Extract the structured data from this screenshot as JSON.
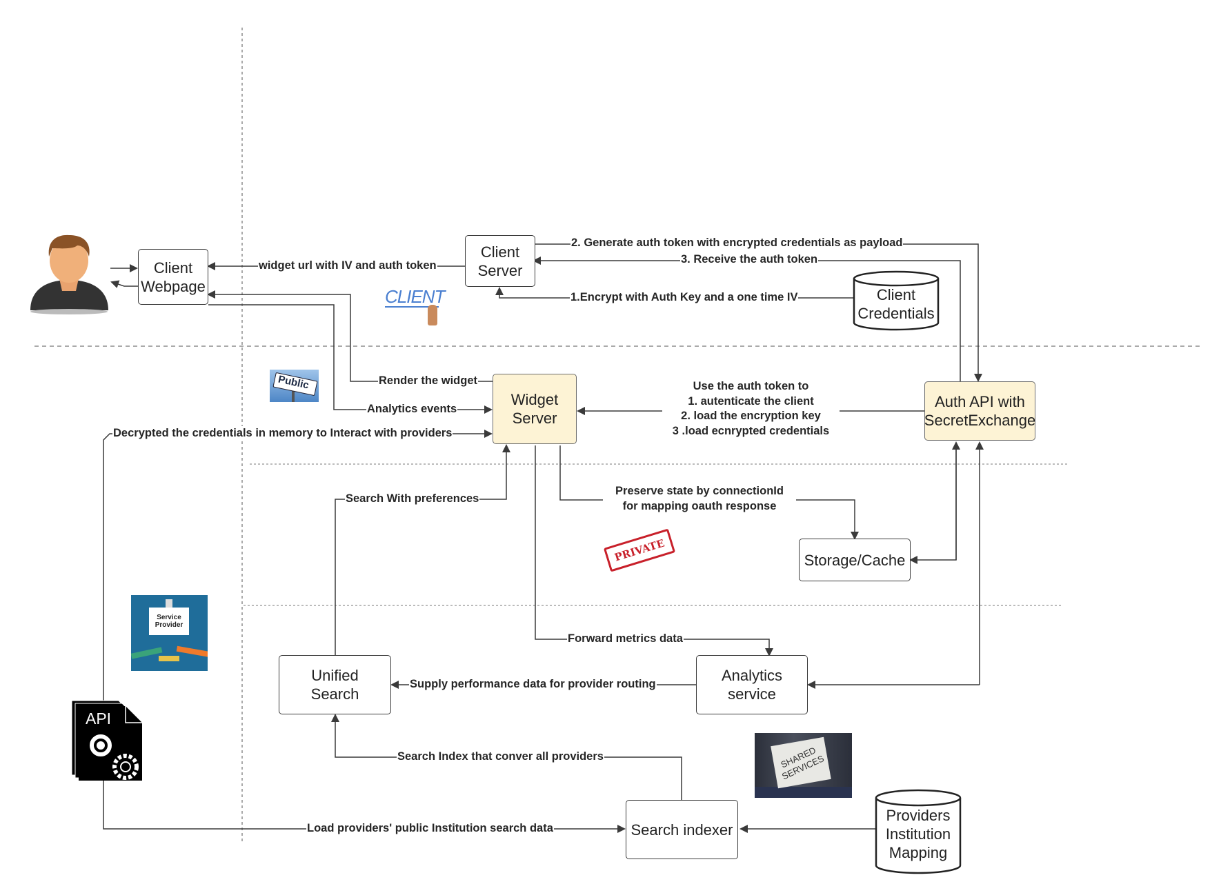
{
  "nodes": {
    "client_webpage": "Client\nWebpage",
    "client_server": "Client\nServer",
    "client_credentials": "Client\nCredentials",
    "widget_server": "Widget\nServer",
    "auth_api": "Auth API with\nSecretExchange",
    "storage_cache": "Storage/Cache",
    "unified_search": "Unified\nSearch",
    "analytics_service": "Analytics\nservice",
    "search_indexer": "Search indexer",
    "providers_mapping": "Providers\nInstitution\nMapping"
  },
  "edges": {
    "widget_url": "widget url with IV and auth token",
    "generate_token": "2. Generate auth token with encrypted credentials as payload",
    "receive_token": "3. Receive the auth token",
    "encrypt": "1.Encrypt with Auth Key and a one time IV",
    "render_widget": "Render the widget",
    "analytics_events": "Analytics events",
    "decrypted": "Decrypted the credentials in memory to Interact with providers",
    "use_auth_token": "Use the auth token to\n1. autenticate the client\n2.  load the encryption key\n3 .load ecnrypted credentials",
    "search_prefs": "Search With preferences",
    "preserve_state": "Preserve state by connectionId\nfor mapping oauth response",
    "forward_metrics": "Forward metrics data",
    "supply_perf": "Supply performance data for provider routing",
    "search_index": "Search Index that conver all providers",
    "load_providers": "Load providers' public Institution search data"
  },
  "badges": {
    "client": "CLIENT",
    "public": "Public",
    "private": "PRIVATE",
    "service_provider": "Service\nProvider",
    "shared_services": "SHARED\nSERVICES",
    "api": "API"
  },
  "colors": {
    "line": "#3a3a3a",
    "highlight_fill": "#fdf3d5",
    "private_red": "#c8202a",
    "client_blue": "#4a7fd0",
    "public_blue": "#3b6fb0",
    "service_bg": "#1f6d9a"
  }
}
